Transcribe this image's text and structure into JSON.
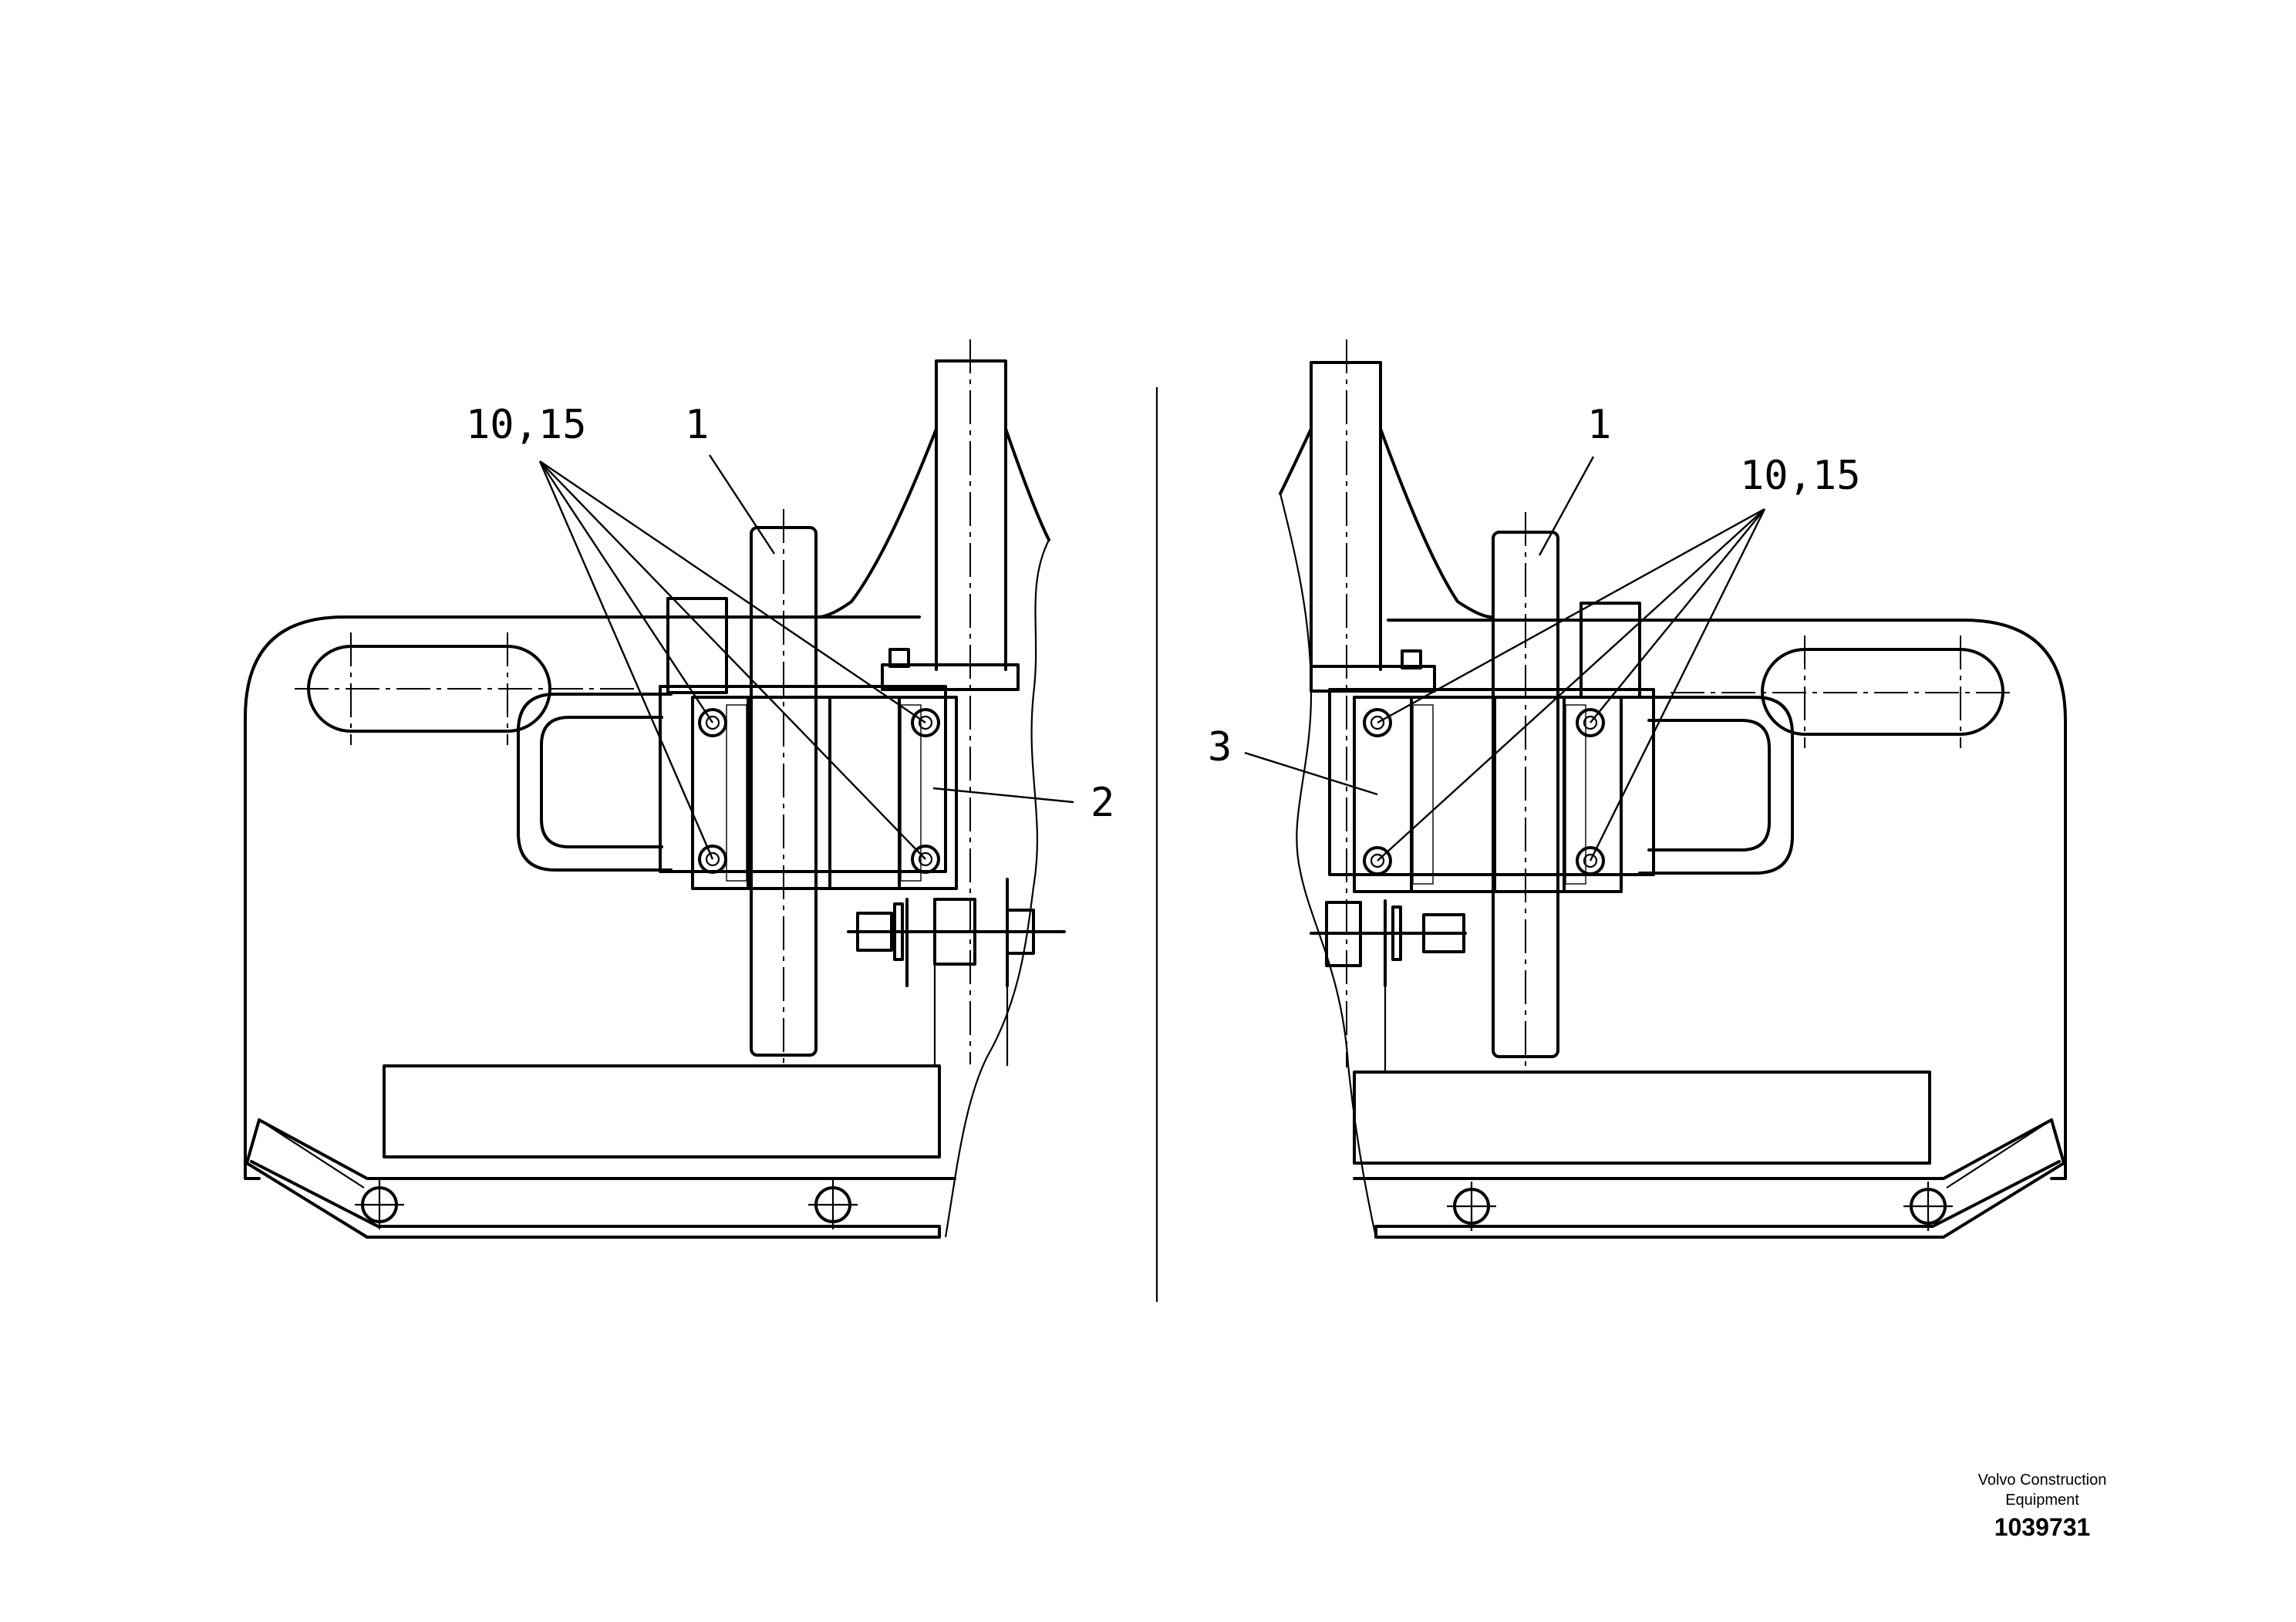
{
  "callouts": {
    "left_fasteners": "10,15",
    "left_shaft": "1",
    "left_bracket": "2",
    "right_shaft": "1",
    "right_fasteners": "10,15",
    "right_bracket": "3"
  },
  "footer": {
    "brand_line1": "Volvo Construction",
    "brand_line2": "Equipment",
    "document_number": "1039731"
  }
}
